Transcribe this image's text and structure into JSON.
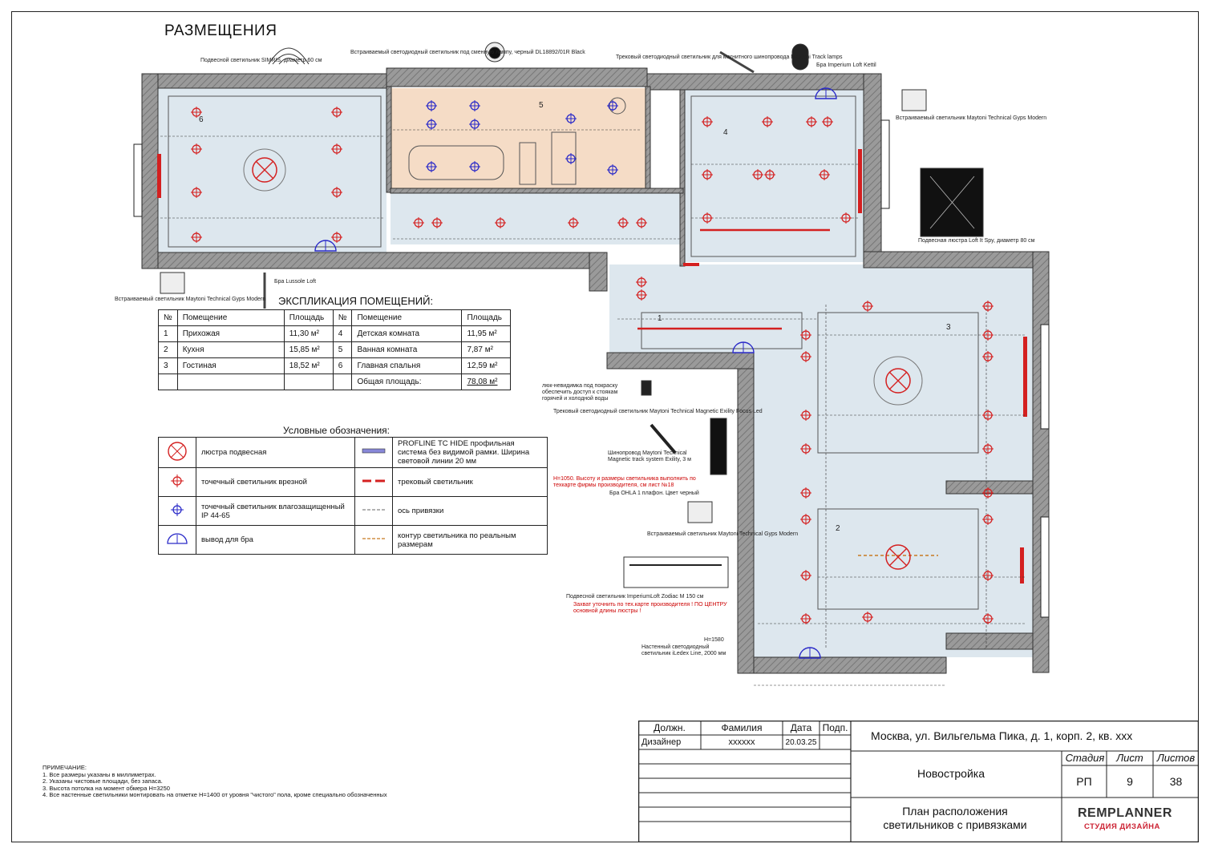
{
  "page_title": "РАЗМЕЩЕНИЯ",
  "annotations": {
    "chandelier_bedroom": "Подвесной светильник SIMRIS, диаметр 60 см",
    "ceiling_spot_black": "Встраиваемый светодиодный светильник под сменную лампу, черный DL18892/01R Black",
    "track_lamps": "Трековый светодиодный светильник для магнитного шинопровода Maytoni Track lamps",
    "bra_kettil": "Бра Imperium Loft Kettil",
    "gyps_modern": "Встраиваемый светильник Maytoni Technical Gyps Modern",
    "chandelier_spy": "Подвесная люстра Loft It Spy, диаметр 80 см",
    "bra_lussole": "Бра Lussole Loft",
    "hatch": "люк-невидимка под покраску обеспечить доступ к стоякам горячей и холодной воды",
    "track_exility": "Трековый светодиодный светильник Maytoni Technical Magnetic Exility Focus Led",
    "busbar": "Шинопровод Maytoni Technical Magnetic track system Exility, 3 м",
    "height_note": "H=1050. Высоту и размеры светильника выполнить по техкарте фирмы производителя, см лист №18",
    "bra_ohla": "Бра OHLA 1 плафон. Цвет черный",
    "zodiac": "Подвесной светильник ImperiumLoft Zodiac M 150 см",
    "zodiac_note": "Захват уточнить по тех.карте производителя ! ПО ЦЕНТРУ основной длины люстры !",
    "wall_led": "Настенный светодиодный светильник iLedex Line, 2000 мм",
    "wall_led_h": "H=1580"
  },
  "explication": {
    "title": "ЭКСПЛИКАЦИЯ ПОМЕЩЕНИЙ:",
    "headers": [
      "№",
      "Помещение",
      "Площадь",
      "№",
      "Помещение",
      "Площадь"
    ],
    "rows": [
      [
        "1",
        "Прихожая",
        "11,30 м²",
        "4",
        "Детская комната",
        "11,95 м²"
      ],
      [
        "2",
        "Кухня",
        "15,85 м²",
        "5",
        "Ванная комната",
        "7,87 м²"
      ],
      [
        "3",
        "Гостиная",
        "18,52 м²",
        "6",
        "Главная спальня",
        "12,59 м²"
      ]
    ],
    "total_label": "Общая площадь:",
    "total_value": "78,08 м²"
  },
  "legend": {
    "title": "Условные обозначения:",
    "items": [
      {
        "left": "люстра подвесная",
        "right": "PROFLINE TC HIDE профильная система без видимой рамки. Ширина световой линии 20 мм"
      },
      {
        "left": "точечный светильник врезной",
        "right": "трековый светильник"
      },
      {
        "left": "точечный светильник влагозащищенный IP 44-65",
        "right": "ось привязки"
      },
      {
        "left": "вывод для бра",
        "right": "контур светильника по реальным размерам"
      }
    ]
  },
  "notes": {
    "title": "ПРИМЕЧАНИЕ:",
    "lines": [
      "1. Все размеры указаны в миллиметрах.",
      "2. Указаны чистовые площади, без запаса.",
      "3. Высота потолка на момент обмера H=3250",
      "4. Все настенные светильники монтировать на отметке H=1400 от уровня \"чистого\" пола, кроме специально обозначенных"
    ]
  },
  "stamp": {
    "col_headers": [
      "Должн.",
      "Фамилия",
      "Дата",
      "Подп."
    ],
    "row": [
      "Дизайнер",
      "хххххх",
      "20.03.25",
      ""
    ],
    "address": "Москва, ул. Вильгельма Пика, д. 1, корп. 2, кв. ххх",
    "stage_headers": [
      "Стадия",
      "Лист",
      "Листов"
    ],
    "stage_values": [
      "РП",
      "9",
      "38"
    ],
    "building": "Новостройка",
    "sheet_title": "План расположения светильников с привязками",
    "logo_main": "REMPLANNER",
    "logo_sub": "СТУДИЯ ДИЗАЙНА"
  },
  "room_numbers": [
    "1",
    "2",
    "3",
    "4",
    "5",
    "6"
  ],
  "colors": {
    "spot": "#d42020",
    "wet_spot": "#2a2ac8",
    "bath_fill": "#f5dcc6",
    "floor_fill": "#dde7ee",
    "wall": "#8a8a8a"
  }
}
